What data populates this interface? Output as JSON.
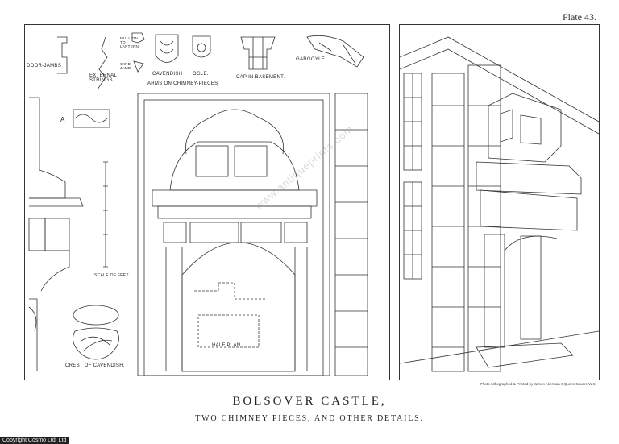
{
  "plate_number": "Plate 43.",
  "labels": {
    "door_jambs": "DOOR-JAMBS",
    "external_strings": "EXTERNAL STRINGS",
    "mullion_transom": "MULLION TO LANTERN",
    "wind_jamb": "WIND JAMB",
    "cavendish": "CAVENDISH",
    "ogle": "OGLE.",
    "arms": "ARMS ON CHIMNEY-PIECES",
    "cap_in_basement": "CAP IN BASEMENT.",
    "gargoyle": "GARGOYLE.",
    "detail_a": "A",
    "scale_of_feet": "SCALE OF FEET.",
    "half_plan": "HALF PLAN",
    "crest": "CREST OF CAVENDISH."
  },
  "title": "BOLSOVER CASTLE,",
  "subtitle": "TWO CHIMNEY PIECES, AND OTHER DETAILS.",
  "credit": "Photo-Lithographed & Printed by James Akerman 6 Queen Square W.C.",
  "watermark": "www.antiqueprints.com",
  "copyright": "Copyright Cosmo Ltd. Ltd"
}
